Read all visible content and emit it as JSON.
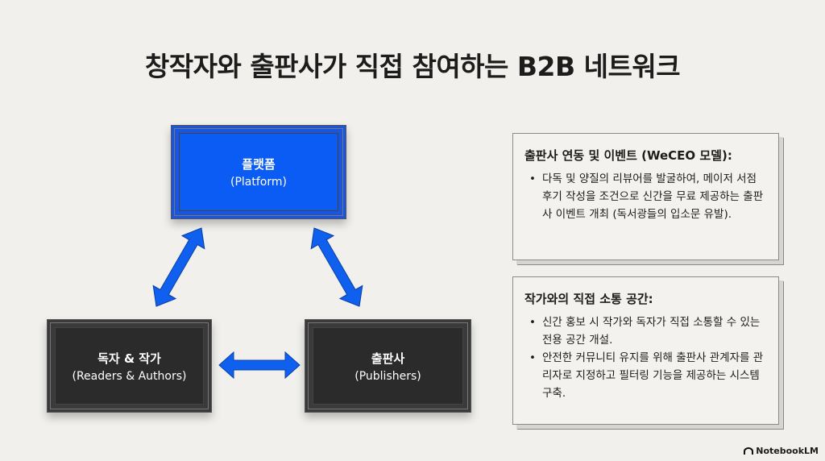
{
  "title": "창작자와 출판사가 직접 참여하는 B2B 네트워크",
  "nodes": {
    "platform": {
      "ko": "플랫폼",
      "en": "(Platform)"
    },
    "readers": {
      "ko": "독자 & 작가",
      "en": "(Readers & Authors)"
    },
    "publishers": {
      "ko": "출판사",
      "en": "(Publishers)"
    }
  },
  "cards": [
    {
      "heading": "출판사 연동 및 이벤트 (WeCEO 모델):",
      "bullets": [
        "다독 및 양질의 리뷰어를 발굴하여, 메이저 서점 후기 작성을 조건으로 신간을 무료 제공하는 출판사 이벤트 개최 (독서광들의 입소문 유발)."
      ]
    },
    {
      "heading": "작가와의 직접 소통 공간:",
      "bullets": [
        "신간 홍보 시 작가와 독자가 직접 소통할 수 있는 전용 공간 개설.",
        "안전한 커뮤니티 유지를 위해 출판사 관계자를 관리자로 지정하고 필터링 기능을 제공하는 시스템 구축."
      ]
    }
  ],
  "colors": {
    "accent": "#0a5cf5",
    "dark": "#2b2b2b",
    "arrow": "#1060f0"
  },
  "logo": "NotebookLM"
}
